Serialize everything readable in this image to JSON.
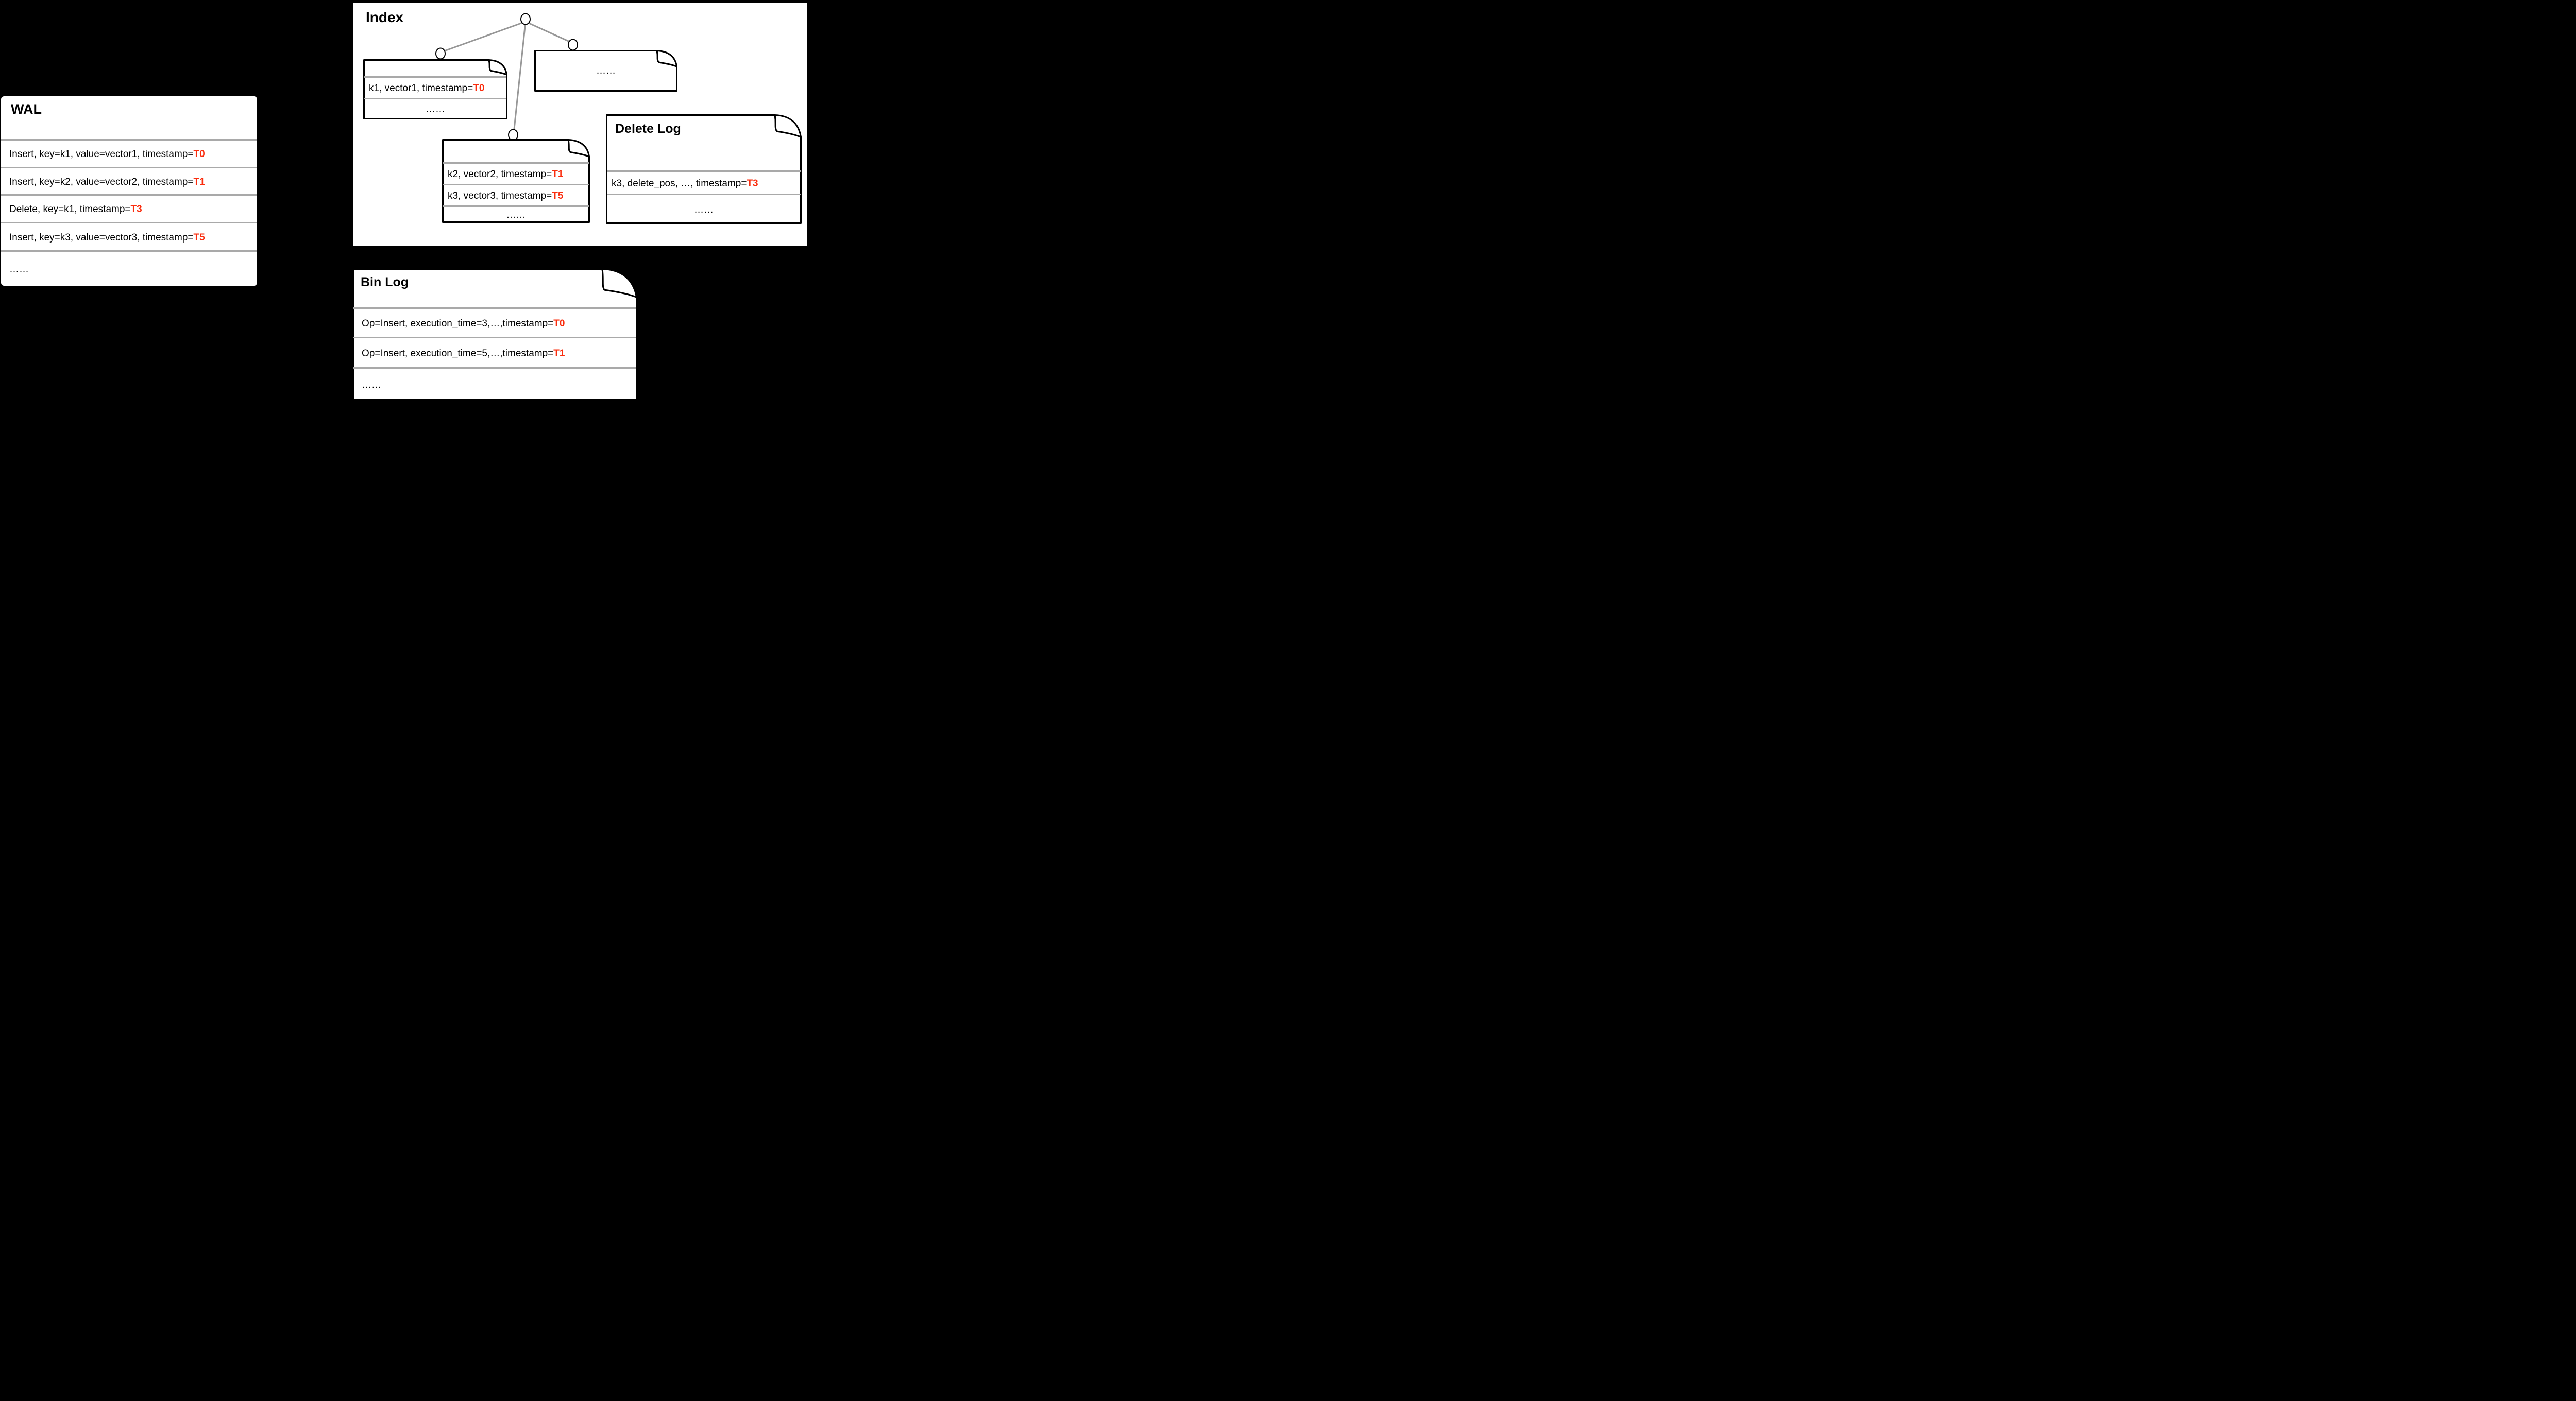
{
  "wal": {
    "title": "WAL",
    "rows": [
      {
        "text": "Insert, key=k1, value=vector1, timestamp=",
        "ts": "T0"
      },
      {
        "text": "Insert, key=k2, value=vector2, timestamp=",
        "ts": "T1"
      },
      {
        "text": "Delete, key=k1, timestamp=",
        "ts": "T3"
      },
      {
        "text": "Insert, key=k3, value=vector3, timestamp=",
        "ts": "T5"
      },
      {
        "text": "……",
        "ts": ""
      }
    ]
  },
  "index": {
    "title": "Index",
    "doc1": {
      "rows": [
        {
          "text": "k1, vector1, timestamp=",
          "ts": "T0"
        },
        {
          "text": "……",
          "ts": ""
        }
      ]
    },
    "doc2": {
      "rows": [
        {
          "text": "……",
          "ts": ""
        }
      ]
    },
    "doc3": {
      "rows": [
        {
          "text": "k2, vector2, timestamp=",
          "ts": "T1"
        },
        {
          "text": "k3, vector3, timestamp=",
          "ts": "T5"
        },
        {
          "text": "……",
          "ts": ""
        }
      ]
    }
  },
  "delete_log": {
    "title": "Delete Log",
    "rows": [
      {
        "text": "k3, delete_pos, …, timestamp=",
        "ts": "T3"
      },
      {
        "text": "……",
        "ts": ""
      }
    ]
  },
  "bin_log": {
    "title": "Bin Log",
    "rows": [
      {
        "text": "Op=Insert, execution_time=3,…,timestamp=",
        "ts": "T0"
      },
      {
        "text": "Op=Insert, execution_time=5,…,timestamp=",
        "ts": "T1"
      },
      {
        "text": "……",
        "ts": ""
      }
    ]
  },
  "colors": {
    "background": "#000000",
    "panel": "#ffffff",
    "timestamp_red": "#FA2D0E",
    "divider_gray": "#A9A9A9",
    "edge_gray": "#979797",
    "outline_black": "#000000"
  }
}
